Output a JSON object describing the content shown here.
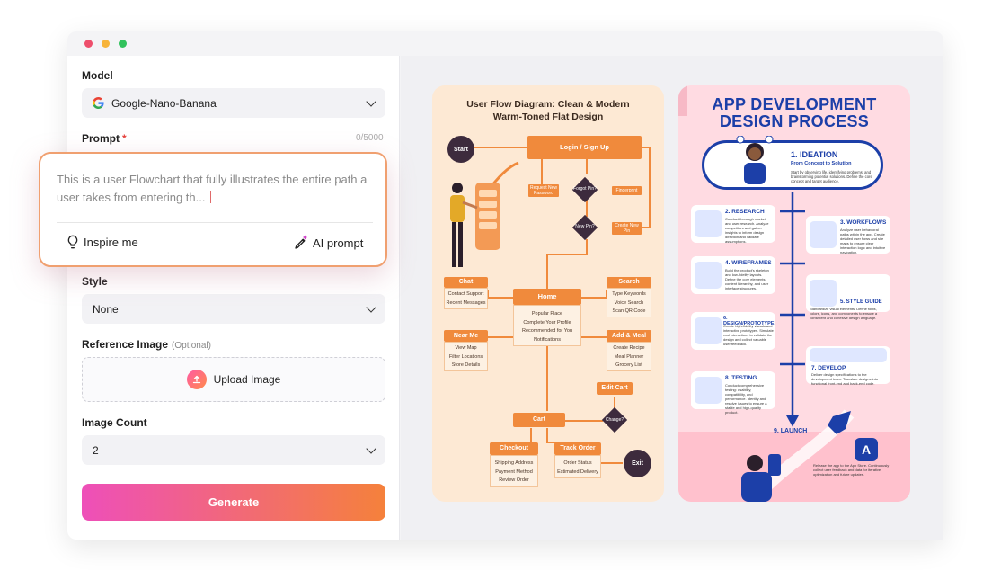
{
  "window": {
    "traffic_lights": [
      "#ee4f6c",
      "#f7b43a",
      "#31c25c"
    ]
  },
  "form": {
    "model": {
      "label": "Model",
      "value": "Google-Nano-Banana"
    },
    "prompt": {
      "label": "Prompt",
      "required_mark": "*",
      "counter": "0/5000",
      "text": "This is a user Flowchart that fully illustrates the entire path a user takes from entering th...",
      "inspire_label": "Inspire me",
      "ai_prompt_label": "AI prompt"
    },
    "style": {
      "label": "Style",
      "value": "None"
    },
    "reference_image": {
      "label": "Reference Image",
      "optional": "(Optional)",
      "upload_label": "Upload Image"
    },
    "image_count": {
      "label": "Image Count",
      "value": "2"
    },
    "generate_label": "Generate"
  },
  "flowchart": {
    "title_line1": "User Flow Diagram: Clean & Modern",
    "title_line2": "Warm-Toned Flat Design",
    "start": "Start",
    "exit": "Exit",
    "login": "Login / Sign Up",
    "request_new_password": "Request New Password",
    "forgot_pin": "Forgot Pin?",
    "fingerprint": "Fingerprint",
    "new_pin": "New Pin?",
    "create_new_pin": "Create New Pin",
    "home": "Home",
    "home_items": [
      "Popular Place",
      "Complete Your Profile",
      "Recommended for You",
      "Notifications"
    ],
    "chat": "Chat",
    "chat_items": [
      "Contact Support",
      "Recent Messages"
    ],
    "search": "Search",
    "search_items": [
      "Type Keywords",
      "Voice Search",
      "Scan QR Code"
    ],
    "near_me": "Near Me",
    "near_me_items": [
      "View Map",
      "Filter Locations",
      "Store Details"
    ],
    "add_meal": "Add & Meal",
    "add_meal_items": [
      "Create Recipe",
      "Meal Planner",
      "Grocery List"
    ],
    "edit_cart": "Edit Cart",
    "cart": "Cart",
    "change": "Change?",
    "checkout": "Checkout",
    "checkout_items": [
      "Shipping Address",
      "Payment Method",
      "Review Order"
    ],
    "track_order": "Track Order",
    "track_items": [
      "Order Status",
      "Estimated Delivery"
    ]
  },
  "appdev": {
    "title_line1": "APP DEVELOPMENT",
    "title_line2": "DESIGN PROCESS",
    "ideation_title": "1. IDEATION",
    "ideation_sub": "From Concept to Solution",
    "ideation_text": "Start by observing life, identifying problems, and brainstorming potential solutions. Define the core concept and target audience.",
    "steps": [
      {
        "title": "2. RESEARCH",
        "text": "Conduct thorough market and user research. Analyze competitors and gather insights to inform design direction and validate assumptions."
      },
      {
        "title": "3. WORKFLOWS",
        "text": "Analyze user behavioral paths within the app. Create detailed user flows and site maps to ensure clear interaction logic and intuitive navigation."
      },
      {
        "title": "4. WIREFRAMES",
        "text": "Build the product's skeleton and low-fidelity layouts. Define the core elements, content hierarchy, and user interface structures."
      },
      {
        "title": "5. STYLE GUIDE",
        "text": "Standardize visual elements. Define fonts, colors, icons, and components to ensure a consistent and cohesive design language."
      },
      {
        "title": "6. DESIGN/PROTOTYPE",
        "text": "Create high-fidelity visuals and interactive prototypes. Simulate real interactions to validate the design and collect valuable user feedback."
      },
      {
        "title": "7. DEVELOP",
        "text": "Deliver design specifications to the development team. Translate designs into functional front-end and back-end code."
      },
      {
        "title": "8. TESTING",
        "text": "Conduct comprehensive testing: usability, compatibility, and performance. Identify and resolve issues to ensure a stable and high-quality product."
      },
      {
        "title": "9. LAUNCH",
        "text": "Release the app to the App Store. Continuously collect user feedback and data for iterative optimization and future updates."
      }
    ]
  }
}
